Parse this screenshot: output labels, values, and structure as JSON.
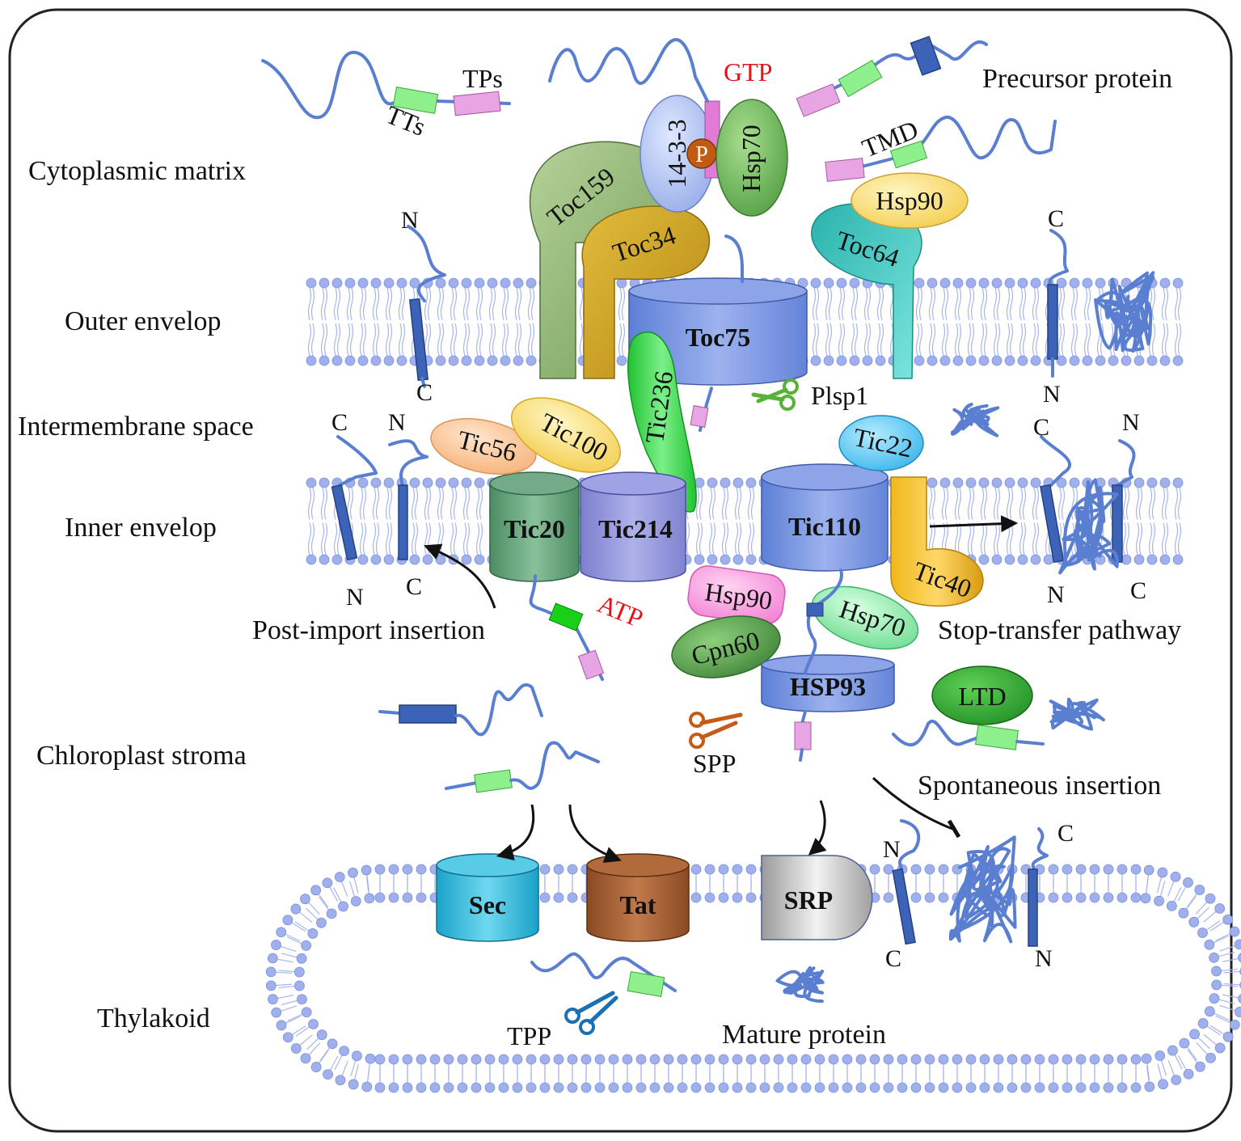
{
  "colors": {
    "chain": "#5b7fd0",
    "lipid": "#9fb0ec",
    "tp_pink": "#e7a6e3",
    "tt_green": "#8ef08c",
    "gtp_atp_red": "#e3141b"
  },
  "regions": {
    "cytoplasm": "Cytoplasmic matrix",
    "outer": "Outer envelop",
    "intermembrane": "Intermembrane space",
    "inner": "Inner envelop",
    "stroma": "Chloroplast stroma",
    "thylakoid": "Thylakoid"
  },
  "annotations": {
    "tps": "TPs",
    "tts": "TTs",
    "gtp": "GTP",
    "precursor": "Precursor protein",
    "tmd": "TMD",
    "phospho": "P",
    "plsp1": "Plsp1",
    "atp": "ATP",
    "post_import": "Post-import insertion",
    "stop_transfer": "Stop-transfer pathway",
    "spontaneous": "Spontaneous insertion",
    "spp": "SPP",
    "tpp": "TPP",
    "mature": "Mature protein"
  },
  "termini": {
    "n": "N",
    "c": "C"
  },
  "proteins": {
    "p1433": "14-3-3",
    "hsp70_top": "Hsp70",
    "toc159": "Toc159",
    "toc34": "Toc34",
    "toc75": "Toc75",
    "toc64": "Toc64",
    "hsp90_top": "Hsp90",
    "tic236": "Tic236",
    "tic56": "Tic56",
    "tic100": "Tic100",
    "tic20": "Tic20",
    "tic214": "Tic214",
    "tic110": "Tic110",
    "tic22": "Tic22",
    "tic40": "Tic40",
    "hsp90_stroma": "Hsp90",
    "hsp70_stroma": "Hsp70",
    "cpn60": "Cpn60",
    "hsp93": "HSP93",
    "ltd": "LTD",
    "sec": "Sec",
    "tat": "Tat",
    "srp": "SRP"
  }
}
